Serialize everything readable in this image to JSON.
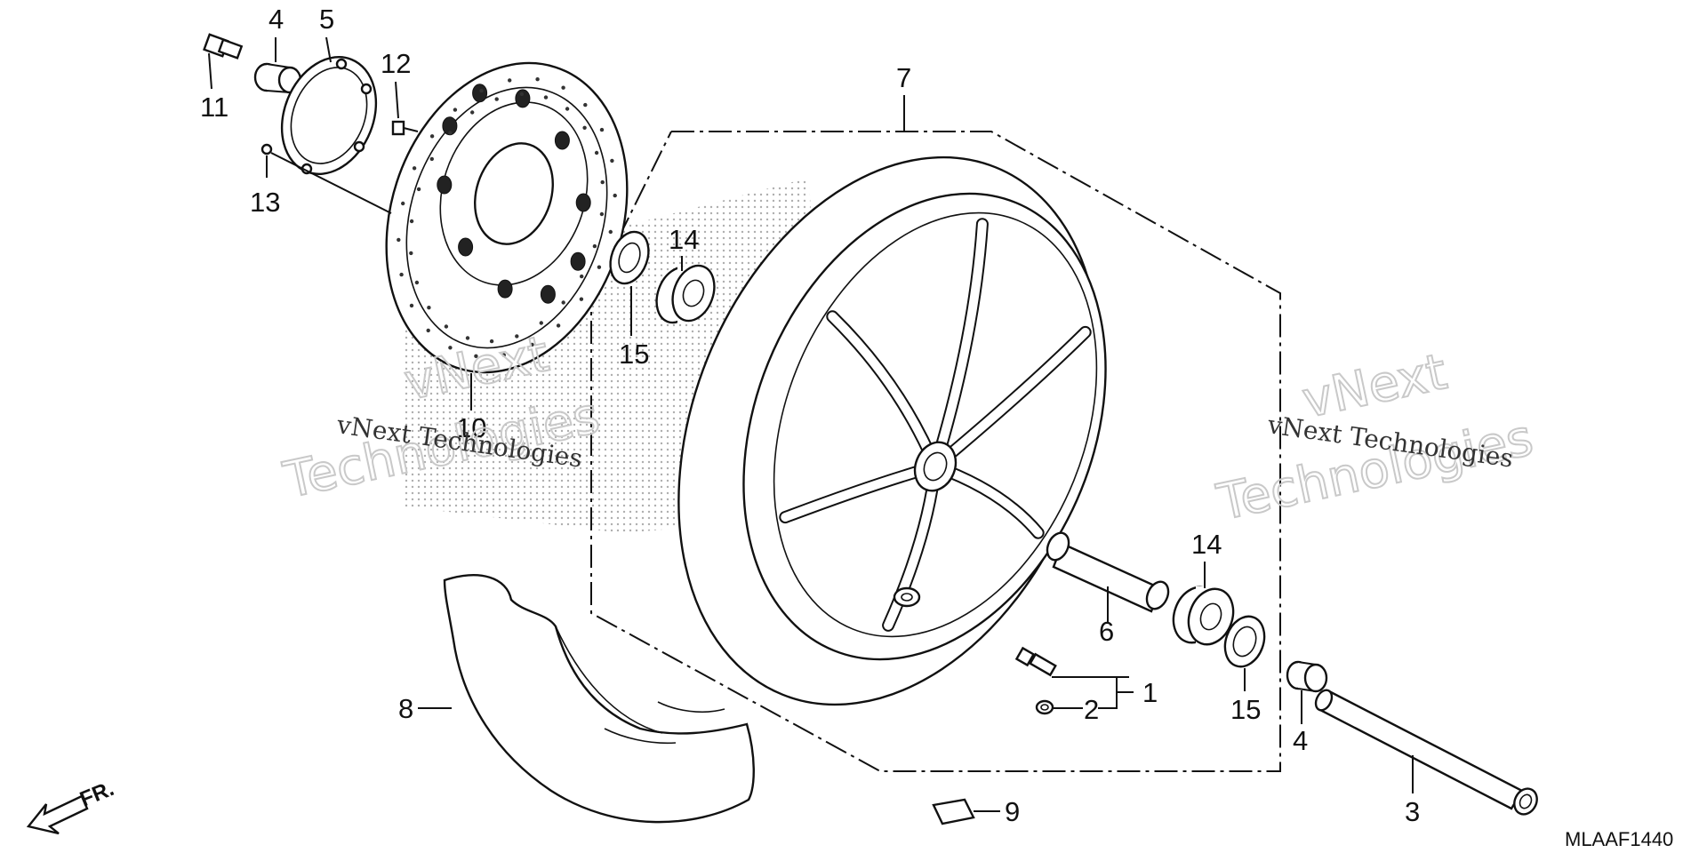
{
  "callouts": {
    "c1": "1",
    "c2": "2",
    "c3": "3",
    "c4a": "4",
    "c4b": "4",
    "c5": "5",
    "c6": "6",
    "c7": "7",
    "c8": "8",
    "c9": "9",
    "c10": "10",
    "c11": "11",
    "c12": "12",
    "c13": "13",
    "c14a": "14",
    "c14b": "14",
    "c15a": "15",
    "c15b": "15"
  },
  "watermark": {
    "line_small": "vNext Technologies",
    "word_top": "vNext",
    "word_bottom": "Technologies"
  },
  "direction_label": "FR.",
  "diagram_code": "MLAAF1440"
}
